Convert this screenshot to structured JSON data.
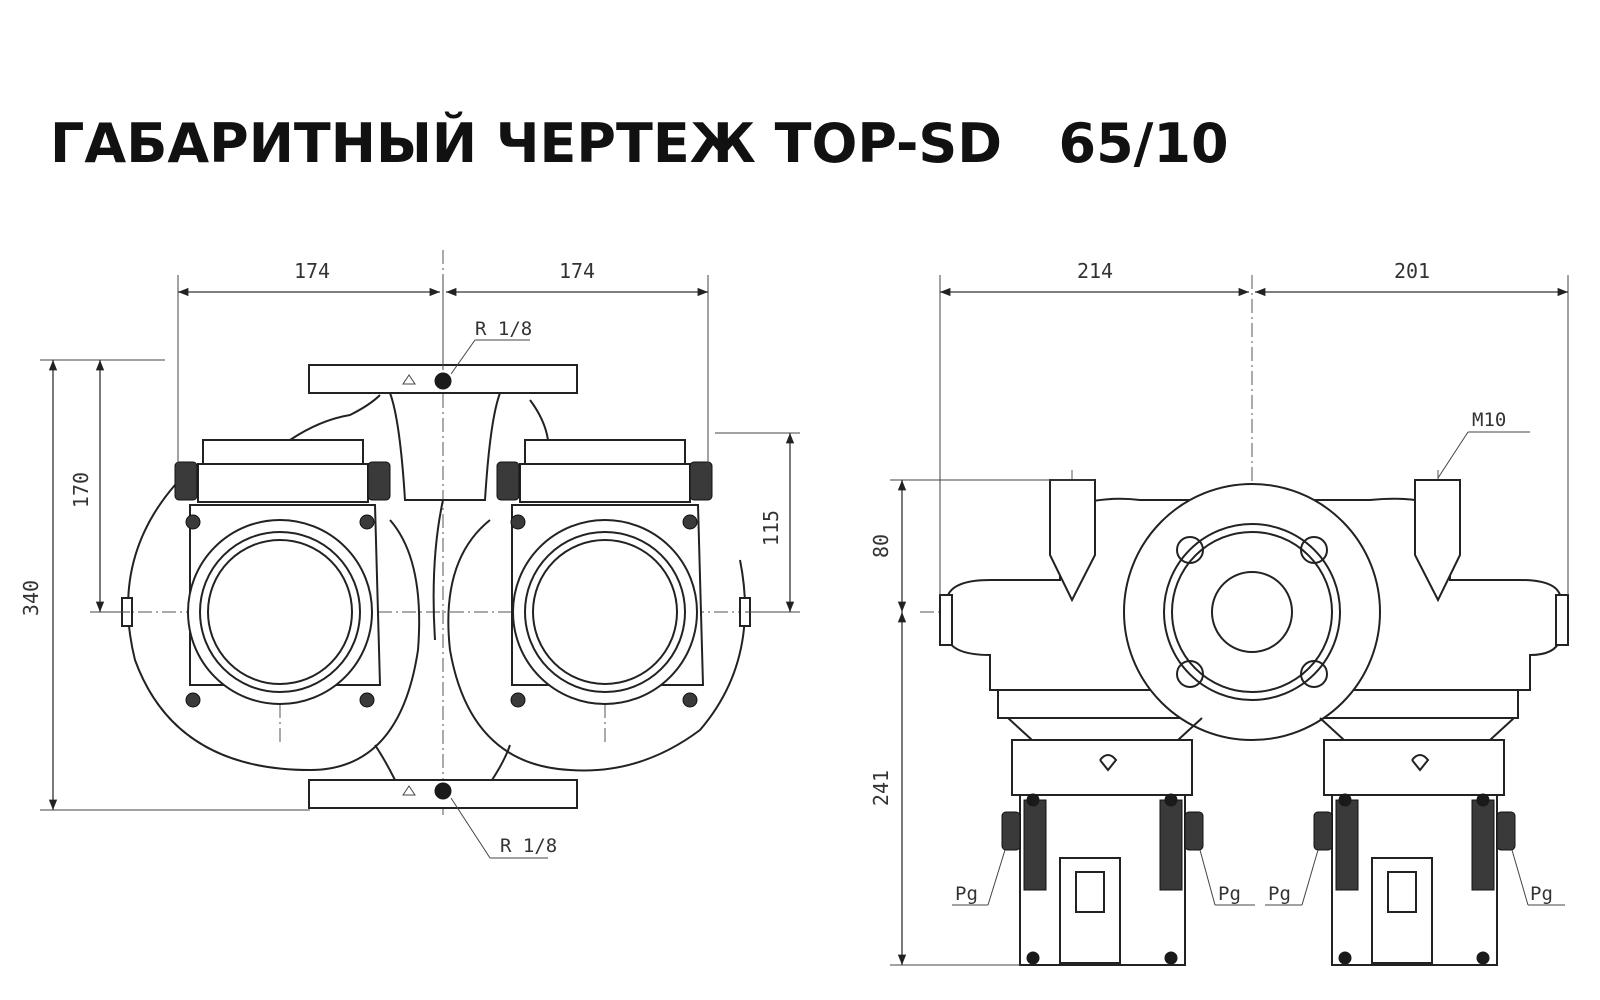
{
  "title": "ГАБАРИТНЫЙ ЧЕРТЕЖ TOP-SD   65/10",
  "front_view": {
    "dim_top_left": "174",
    "dim_top_right": "174",
    "dim_height_total": "340",
    "dim_height_upper": "170",
    "dim_height_right": "115",
    "label_vent_top": "R 1/8",
    "label_vent_bottom": "R 1/8"
  },
  "side_view": {
    "dim_top_left": "214",
    "dim_top_right": "201",
    "dim_upper": "80",
    "dim_lower": "241",
    "label_thread": "M10",
    "label_pg": [
      "Pg",
      "Pg",
      "Pg",
      "Pg"
    ]
  }
}
